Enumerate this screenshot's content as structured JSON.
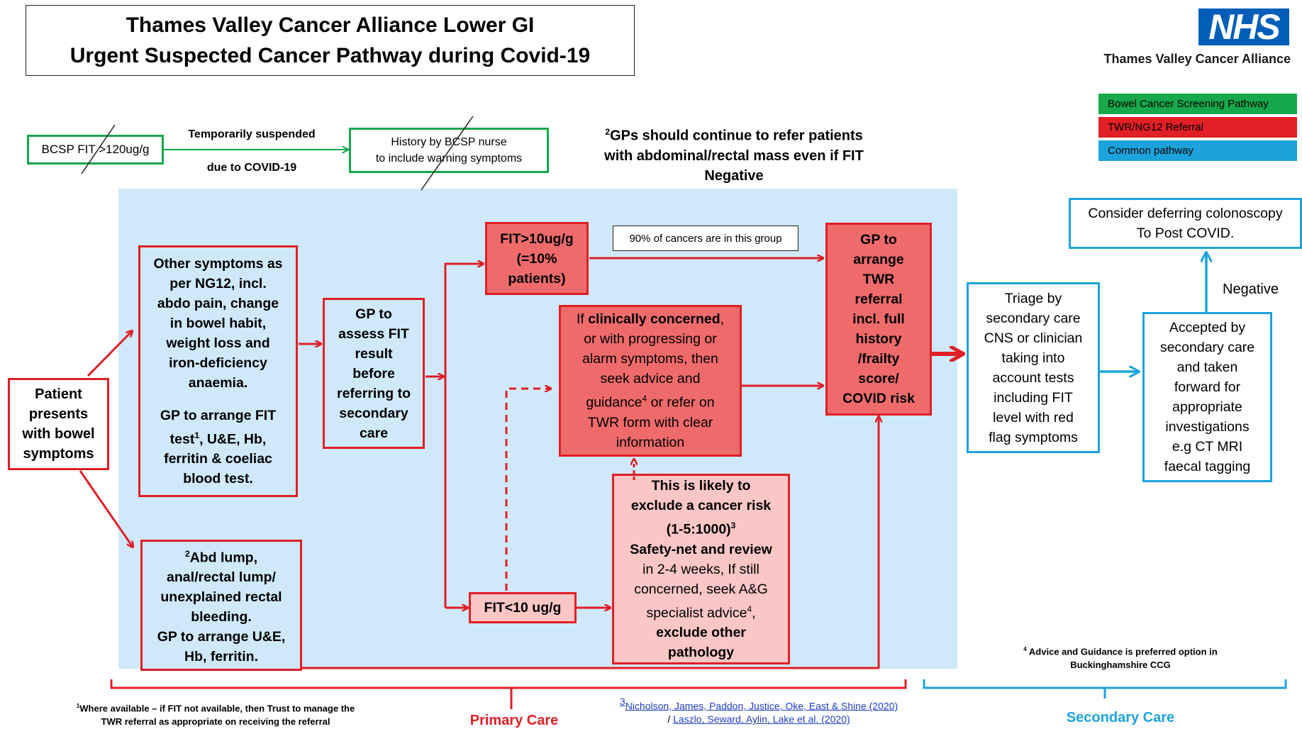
{
  "title": {
    "line1": "Thames Valley Cancer Alliance Lower GI",
    "line2": "Urgent Suspected Cancer Pathway during Covid-19"
  },
  "logo": {
    "text": "NHS",
    "subtitle": "Thames Valley Cancer Alliance"
  },
  "legend": [
    {
      "label": "Bowel Cancer Screening Pathway",
      "color": "#16a84b"
    },
    {
      "label": "TWR/NG12 Referral",
      "color": "#e01f26"
    },
    {
      "label": "Common pathway",
      "color": "#1ca3dc"
    }
  ],
  "bcsp": {
    "fit_box": "BCSP FIT >120ug/g",
    "suspended_line1": "Temporarily suspended",
    "suspended_line2": "due to COVID-19",
    "nurse_line1": "History by BCSP nurse",
    "nurse_line2": "to include warning symptoms"
  },
  "gp_refer_note": {
    "sup": "2",
    "line1": "GPs should continue to refer patients",
    "line2": "with abdominal/rectal mass even if FIT",
    "line3": "Negative"
  },
  "nodes": {
    "patient": [
      "Patient",
      "presents",
      "with bowel",
      "symptoms"
    ],
    "other_symptoms": {
      "lines": [
        "Other symptoms as",
        "per NG12, incl.",
        "abdo pain, change",
        "in bowel habit,",
        "weight loss and",
        "iron-deficiency",
        "anaemia."
      ],
      "gp_fit_a": "GP to arrange FIT",
      "gp_fit_b": "test",
      "gp_fit_sup": "1",
      "gp_fit_c": ", U&E, Hb,",
      "gp_fit_d": "ferritin & coeliac",
      "gp_fit_e": "blood test."
    },
    "abd_lump": {
      "sup": "2",
      "line1": "Abd lump,",
      "line2": "anal/rectal lump/",
      "line3": "unexplained rectal",
      "line4": "bleeding.",
      "line5": "GP to arrange U&E,",
      "line6": "Hb, ferritin."
    },
    "gp_assess": [
      "GP to",
      "assess FIT",
      "result",
      "before",
      "referring to",
      "secondary",
      "care"
    ],
    "fit_high": [
      "FIT>10ug/g",
      "(=10%",
      "patients)"
    ],
    "ninety_pct": "90% of cancers are in this group",
    "clinically": {
      "a": "If",
      "b": "clinically concerned",
      "c": ",",
      "line2": "or with progressing or",
      "line3": "alarm symptoms, then",
      "line4": "seek advice and",
      "line5a": "guidance",
      "line5sup": "4",
      "line5b": " or refer on",
      "line6": "TWR form with clear",
      "line7": "information"
    },
    "gp_twr": [
      "GP to",
      "arrange",
      "TWR",
      "referral",
      "incl. full",
      "history",
      "/frailty",
      "score/",
      "COVID risk"
    ],
    "fit_low": "FIT<10 ug/g",
    "likely": {
      "line1": "This is likely to",
      "line2": "exclude a cancer risk",
      "line3": "(1-5:1000)",
      "line3sup": "3",
      "line4": "Safety-net and review",
      "line5": "in 2-4 weeks, If still",
      "line6": "concerned,  seek A&G",
      "line7a": "specialist advice",
      "line7sup": "4",
      "line7b": ",",
      "line8": "exclude other",
      "line9": "pathology"
    },
    "triage": [
      "Triage by",
      "secondary care",
      "CNS or clinician",
      "taking into",
      "account  tests",
      "including FIT",
      "level with  red",
      "flag symptoms"
    ],
    "accepted": [
      "Accepted by",
      "secondary care",
      "and taken",
      "forward for",
      "appropriate",
      "investigations",
      "e.g CT MRI",
      "faecal tagging"
    ],
    "defer": [
      "Consider deferring colonoscopy",
      "To Post COVID."
    ],
    "negative": "Negative"
  },
  "footnotes": {
    "fn1_sup": "1",
    "fn1_line1": "Where available – if FIT not available, then Trust to manage the",
    "fn1_line2": "TWR referral as appropriate on receiving the referral",
    "fn3_sup": "3",
    "fn3_link1": "Nicholson, James, Paddon, Justice, Oke, East & Shine (2020)",
    "fn3_sep": "/ ",
    "fn3_link2": "Laszlo, Seward, Aylin, Lake et al. (2020)",
    "fn4_sup": "4",
    "fn4_line1": "Advice and Guidance is preferred option in",
    "fn4_line2": "Buckinghamshire CCG"
  },
  "sections": {
    "primary": "Primary Care",
    "secondary": "Secondary Care"
  },
  "colors": {
    "red": "#e01f26",
    "green": "#16a84b",
    "blue": "#1ca3dc",
    "light_blue_bg": "#cfe9fb",
    "pink_strong": "#ef6b6b",
    "pink_light": "#fbc6c6",
    "nhs_blue": "#005EB8"
  }
}
